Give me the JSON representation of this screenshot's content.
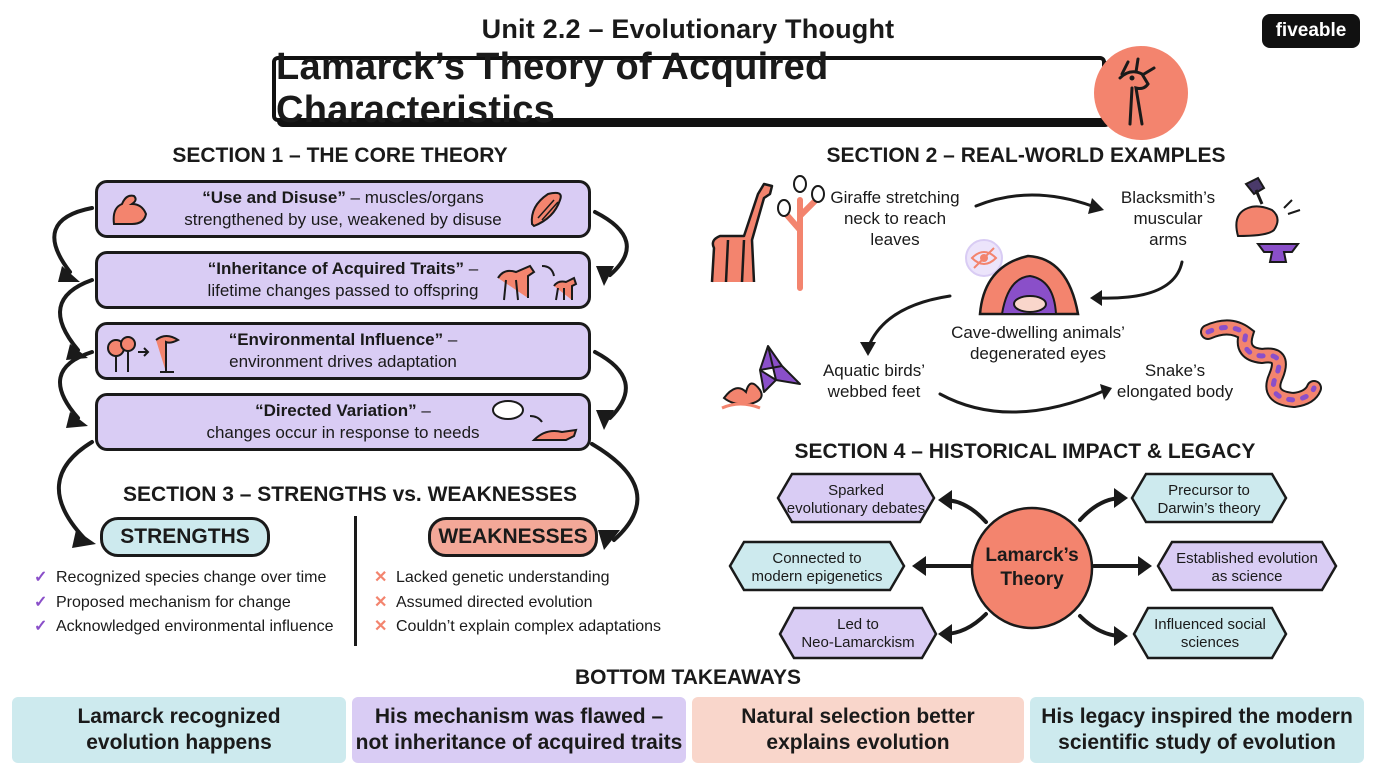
{
  "header": {
    "unit": "Unit 2.2 – Evolutionary Thought",
    "title": "Lamarck’s Theory of Acquired Characteristics",
    "logo": "fiveable",
    "title_icon": "giraffe-icon"
  },
  "section1": {
    "heading": "SECTION 1 – THE CORE THEORY",
    "boxes": [
      {
        "term": "“Use and Disuse”",
        "rest": " – muscles/organs",
        "line2": "strengthened by use, weakened by disuse",
        "icon": "flexed-arm-icon"
      },
      {
        "term": "“Inheritance of Acquired Traits”",
        "rest": " –",
        "line2": "lifetime changes passed to offspring",
        "icon": "horse-foal-icon"
      },
      {
        "term": "“Environmental Influence”",
        "rest": " –",
        "line2": "environment drives adaptation",
        "icon": "trees-icon"
      },
      {
        "term": "“Directed Variation”",
        "rest": " –",
        "line2": "changes occur in response to needs",
        "icon": "thought-rat-icon"
      }
    ]
  },
  "section2": {
    "heading": "SECTION 2 – REAL-WORLD EXAMPLES",
    "examples": {
      "giraffe": "Giraffe stretching\nneck to reach\nleaves",
      "blacksmith": "Blacksmith’s\nmuscular\narms",
      "cave": "Cave-dwelling animals’\ndegenerated eyes",
      "birds": "Aquatic birds’\nwebbed feet",
      "snake": "Snake’s\nelongated body"
    }
  },
  "section3": {
    "heading": "SECTION 3 – STRENGTHS vs. WEAKNESSES",
    "strengths_label": "STRENGTHS",
    "weaknesses_label": "WEAKNESSES",
    "strengths": [
      "Recognized species change over time",
      "Proposed mechanism for change",
      "Acknowledged environmental influence"
    ],
    "weaknesses": [
      "Lacked genetic understanding",
      "Assumed directed evolution",
      "Couldn’t explain complex adaptations"
    ],
    "check": "✓",
    "cross": "✕"
  },
  "section4": {
    "heading": "SECTION 4 – HISTORICAL IMPACT & LEGACY",
    "center": "Lamarck’s\nTheory",
    "items": [
      "Sparked\nevolutionary debates",
      "Precursor to\nDarwin’s theory",
      "Connected to\nmodern epigenetics",
      "Established evolution\nas science",
      "Led to\nNeo-Lamarckism",
      "Influenced social\nsciences"
    ]
  },
  "takeaways": {
    "heading": "BOTTOM TAKEAWAYS",
    "items": [
      "Lamarck recognized\nevolution happens",
      "His mechanism was flawed –\nnot inheritance of acquired traits",
      "Natural selection better\nexplains evolution",
      "His legacy inspired the modern\nscientific study of evolution"
    ]
  },
  "colors": {
    "purple": "#d9ccf4",
    "teal": "#cdeaee",
    "salmon": "#f3846e",
    "salmon_light": "#f9d6cb",
    "dark": "#1a1a1a"
  }
}
